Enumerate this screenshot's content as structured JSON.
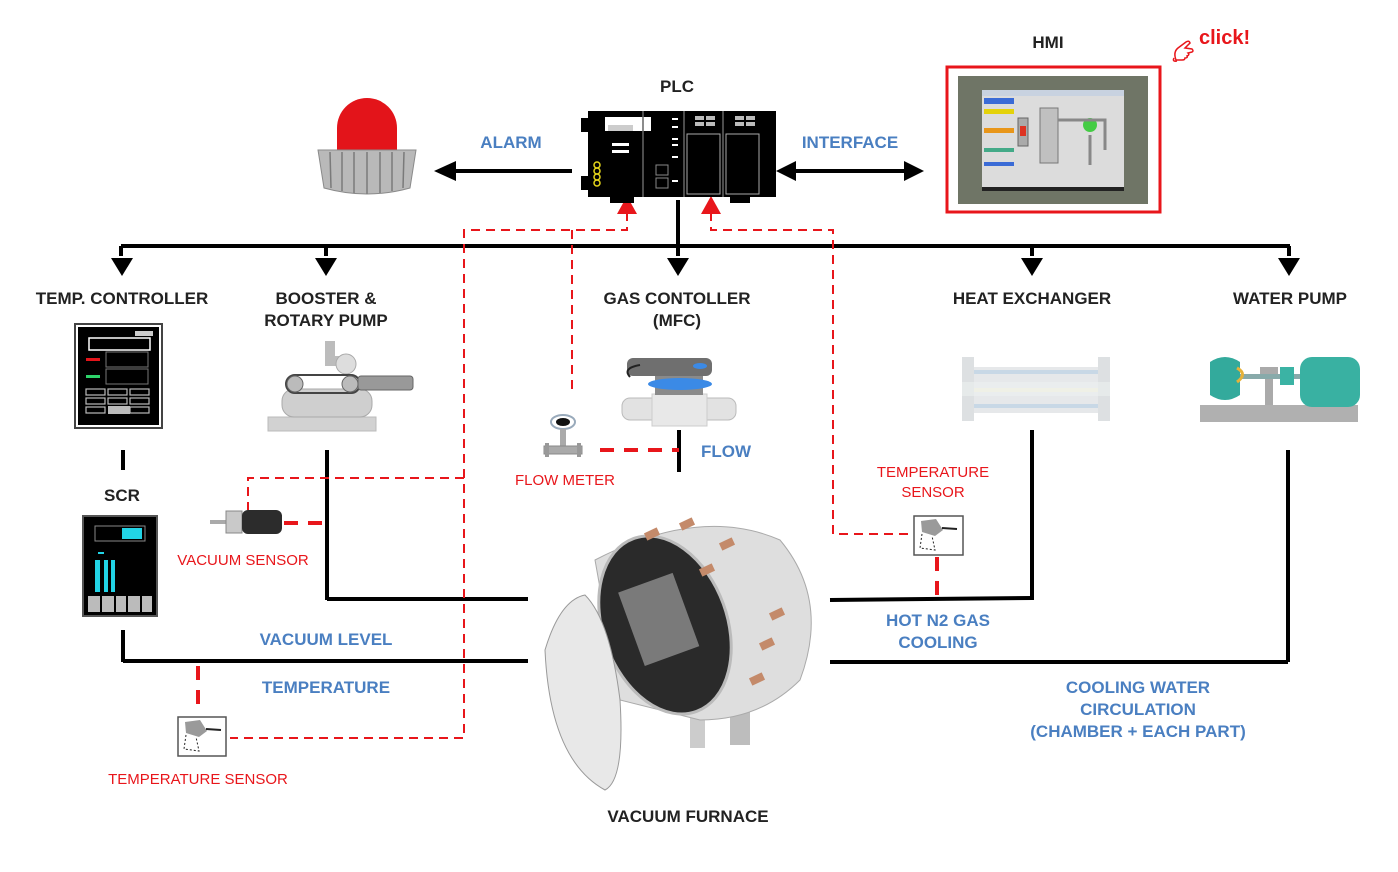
{
  "title": "Vacuum Furnace Control System Diagram",
  "nodes": {
    "hmi": {
      "label": "HMI"
    },
    "plc": {
      "label": "PLC"
    },
    "temp_controller": {
      "label": "TEMP. CONTROLLER"
    },
    "booster_pump": {
      "label_line1": "BOOSTER &",
      "label_line2": "ROTARY PUMP"
    },
    "gas_controller": {
      "label_line1": "GAS CONTOLLER",
      "label_line2": "(MFC)"
    },
    "heat_exchanger": {
      "label": "HEAT EXCHANGER"
    },
    "water_pump": {
      "label": "WATER PUMP"
    },
    "scr": {
      "label": "SCR"
    },
    "vacuum_furnace": {
      "label": "VACUUM FURNACE"
    }
  },
  "connections": {
    "alarm": "ALARM",
    "interface": "INTERFACE",
    "flow": "FLOW",
    "vacuum_level": "VACUUM LEVEL",
    "temperature": "TEMPERATURE",
    "hot_n2_line1": "HOT N2 GAS",
    "hot_n2_line2": "COOLING",
    "cooling_line1": "COOLING WATER",
    "cooling_line2": "CIRCULATION",
    "cooling_line3": "(CHAMBER + EACH PART)"
  },
  "sensors": {
    "flow_meter": "FLOW METER",
    "vacuum_sensor": "VACUUM SENSOR",
    "temp_sensor_right_line1": "TEMPERATURE",
    "temp_sensor_right_line2": "SENSOR",
    "temp_sensor_left": "TEMPERATURE SENSOR"
  },
  "hmi_callout": {
    "text": "click!",
    "icon": "pointing-hand-icon"
  },
  "colors": {
    "signal_line": "#e8161b",
    "power_line": "#000000",
    "connection_label": "#4a7fc1",
    "highlight_border": "#e8161b"
  }
}
